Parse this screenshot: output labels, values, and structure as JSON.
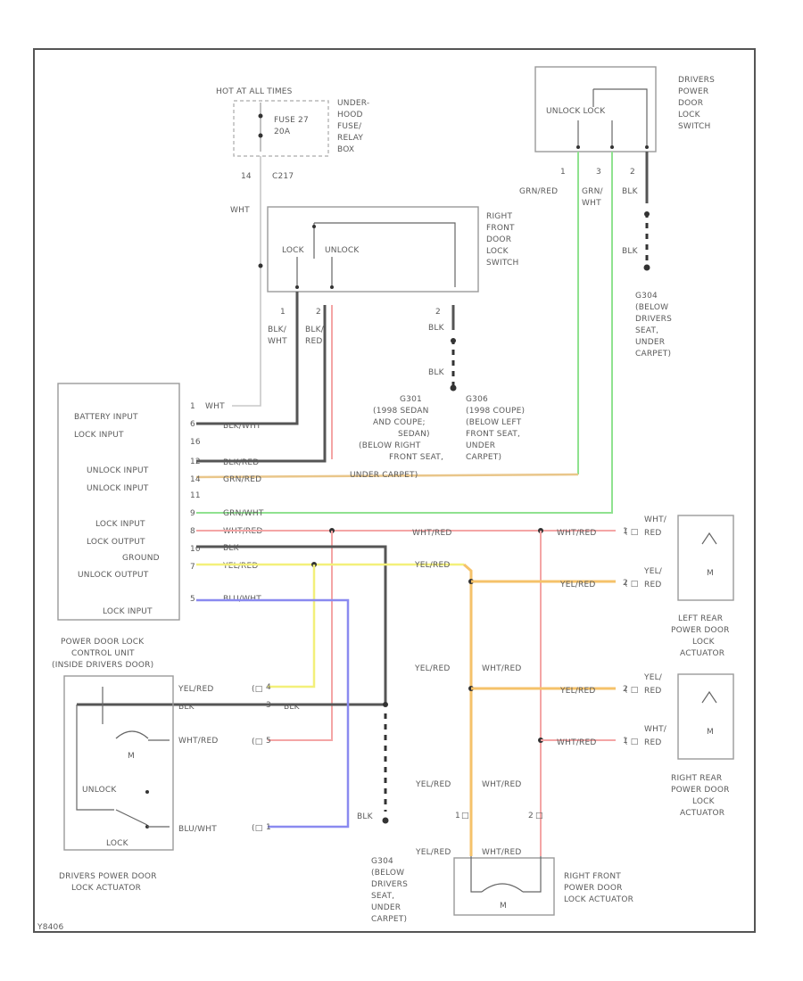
{
  "diagram": {
    "fuse_box": {
      "title": "HOT AT ALL TIMES",
      "fuse": [
        "FUSE 27",
        "20A"
      ],
      "location": [
        "UNDER-",
        "HOOD",
        "FUSE/",
        "RELAY",
        "BOX"
      ],
      "pin": "14",
      "connector": "C217",
      "wire": "WHT"
    },
    "driver_switch": {
      "contacts": "UNLOCK  LOCK",
      "name": [
        "DRIVERS",
        "POWER",
        "DOOR",
        "LOCK",
        "SWITCH"
      ],
      "pins": [
        "1",
        "3",
        "2"
      ],
      "wires": [
        "GRN/RED",
        "GRN/",
        "WHT",
        "BLK",
        "BLK"
      ],
      "ground": [
        "G304",
        "(BELOW",
        "DRIVERS",
        "SEAT,",
        "UNDER",
        "CARPET)"
      ]
    },
    "right_switch": {
      "lock": "LOCK",
      "unlock": "UNLOCK",
      "name": [
        "RIGHT",
        "FRONT",
        "DOOR",
        "LOCK",
        "SWITCH"
      ],
      "pins": [
        "1",
        "2",
        "2"
      ],
      "wires": [
        "BLK/",
        "WHT",
        "BLK/",
        "RED",
        "BLK",
        "BLK"
      ]
    },
    "grounds_mid": {
      "g301": [
        "G301",
        "(1998 SEDAN",
        "AND COUPE;",
        "SEDAN)",
        "(BELOW RIGHT",
        "FRONT SEAT,",
        "UNDER CARPET)"
      ],
      "g306": [
        "G306",
        "(1998 COUPE)",
        "(BELOW LEFT",
        "FRONT SEAT,",
        "UNDER",
        "CARPET)"
      ]
    },
    "control_unit": {
      "inputs": [
        "BATTERY INPUT",
        "LOCK INPUT",
        "UNLOCK INPUT",
        "UNLOCK INPUT",
        "LOCK INPUT",
        "LOCK OUTPUT",
        "GROUND",
        "UNLOCK OUTPUT",
        "LOCK INPUT"
      ],
      "pins": [
        "1",
        "6",
        "16",
        "12",
        "14",
        "11",
        "9",
        "8",
        "10",
        "7",
        "5"
      ],
      "wire_labels": [
        "WHT",
        "BLK/WHT",
        "BLK/RED",
        "GRN/RED",
        "GRN/WHT",
        "WHT/RED",
        "BLK",
        "YEL/RED",
        "BLU/WHT"
      ],
      "name": [
        "POWER DOOR LOCK",
        "CONTROL UNIT",
        "(INSIDE DRIVERS DOOR)"
      ]
    },
    "driver_actuator": {
      "wires": [
        "YEL/RED",
        "BLK",
        "BLK",
        "WHT/RED",
        "BLU/WHT"
      ],
      "pins": [
        "4",
        "3",
        "5",
        "1"
      ],
      "unlock": "UNLOCK",
      "lock": "LOCK",
      "motor": "M",
      "name": [
        "DRIVERS POWER DOOR",
        "LOCK ACTUATOR"
      ]
    },
    "ground_bottom": {
      "wire": "BLK",
      "name": [
        "G304",
        "(BELOW",
        "DRIVERS",
        "SEAT,",
        "UNDER",
        "CARPET)"
      ]
    },
    "left_rear": {
      "wires": [
        "WHT/RED",
        "WHT/",
        "RED",
        "YEL/RED",
        "YEL/",
        "RED"
      ],
      "pins": [
        "1",
        "2"
      ],
      "motor": "M",
      "name": [
        "LEFT REAR",
        "POWER DOOR",
        "LOCK",
        "ACTUATOR"
      ]
    },
    "right_rear": {
      "wires": [
        "YEL/RED",
        "WHT/RED",
        "YEL/RED",
        "YEL/",
        "RED",
        "WHT/RED",
        "WHT/",
        "RED"
      ],
      "pins": [
        "2",
        "1"
      ],
      "motor": "M",
      "name": [
        "RIGHT REAR",
        "POWER DOOR",
        "LOCK",
        "ACTUATOR"
      ]
    },
    "right_front": {
      "wires": [
        "YEL/RED",
        "WHT/RED",
        "YEL/RED",
        "WHT/RED"
      ],
      "pins": [
        "1",
        "2"
      ],
      "motor": "M",
      "name": [
        "RIGHT FRONT",
        "POWER DOOR",
        "LOCK ACTUATOR"
      ]
    },
    "figure_code": "Y8406"
  }
}
